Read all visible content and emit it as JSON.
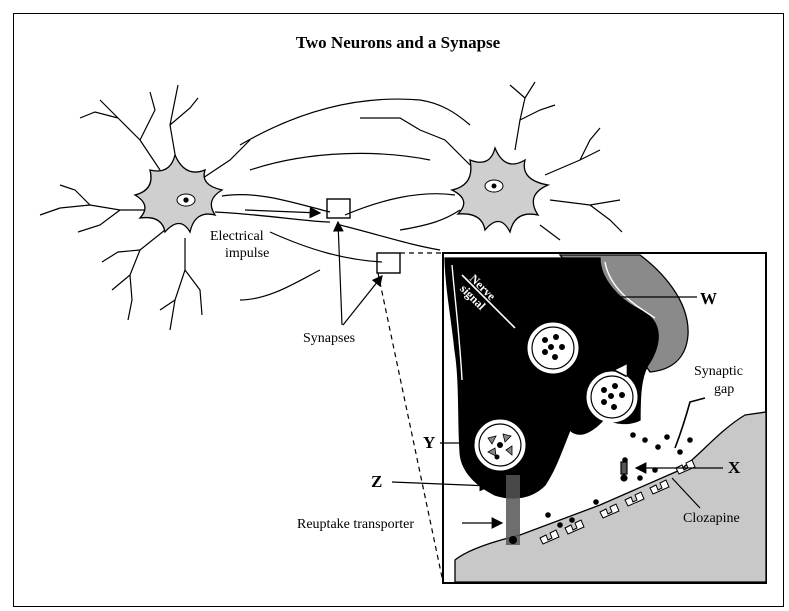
{
  "title": "Two Neurons and a Synapse",
  "labels": {
    "electrical_line1": "Electrical",
    "electrical_line2": "impulse",
    "synapses": "Synapses",
    "nerve_line1": "Nerve",
    "nerve_line2": "signal",
    "w": "W",
    "x": "X",
    "y": "Y",
    "z": "Z",
    "synaptic_line1": "Synaptic",
    "synaptic_line2": "gap",
    "clozapine": "Clozapine",
    "reuptake": "Reuptake transporter"
  },
  "colors": {
    "cell_fill": "#cfcfcf",
    "terminal_fill": "#000000",
    "terminal_cap": "#8a8a8a",
    "postsynaptic_fill": "#c8c8c8"
  }
}
